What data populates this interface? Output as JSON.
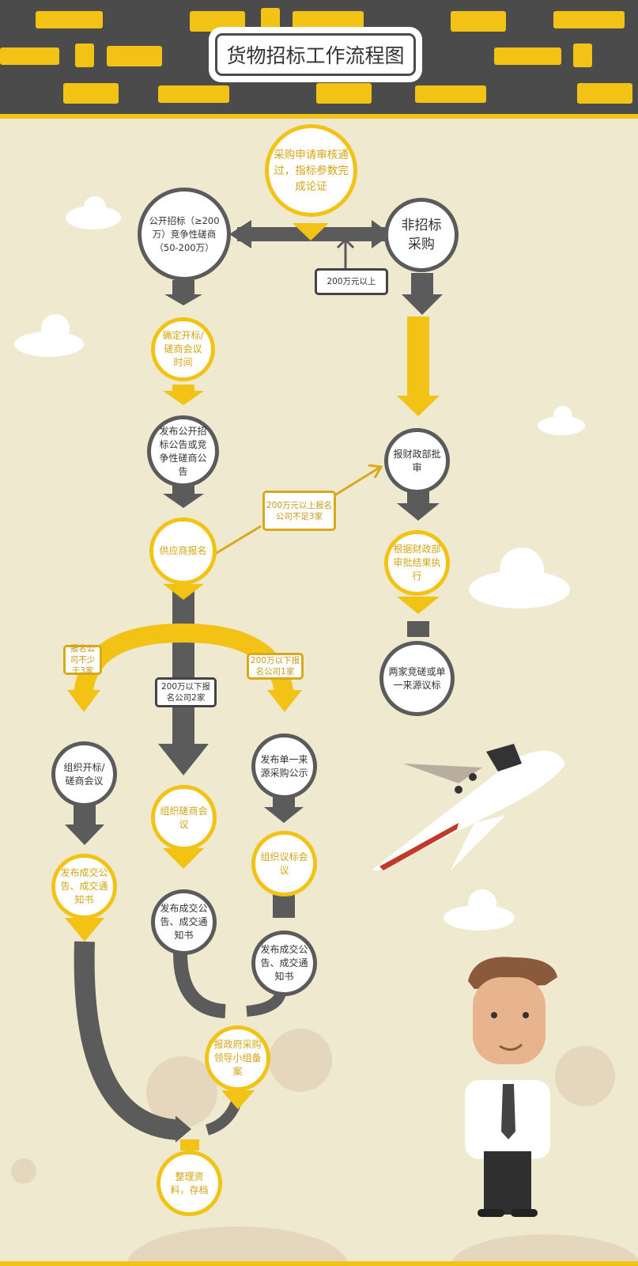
{
  "header": {
    "title": "货物招标工作流程图"
  },
  "colors": {
    "yellow": "#f2c314",
    "gray": "#5b5b5b",
    "background": "#eee9cf",
    "header": "#4b4b4b"
  },
  "nodes": {
    "start": "采购申请审核通过，指标参数完成论证",
    "open_bid": "公开招标（≥200万）竞争性磋商（50-200万）",
    "non_bid": "非招标采购",
    "set_meeting": "确定开标/磋商会议时间",
    "publish_notice": "发布公开招标公告或竞争性磋商公告",
    "supplier_signup": "供应商报名",
    "finance_review": "报财政部批审",
    "execute_result": "根据财政部审批结果执行",
    "two_or_single": "两家竞磋或单一来源议标",
    "org_bid_meeting": "组织开标/磋商会议",
    "publish_result_left": "发布成交公告、成交通知书",
    "org_consult_meeting": "组织磋商会议",
    "publish_result_mid": "发布成交公告、成交通知书",
    "publish_single_source": "发布单一来源采购公示",
    "org_negotiation": "组织议标会议",
    "publish_result_right": "发布成交公告、成交通知书",
    "report_group": "报政府采购领导小组备案",
    "archive": "整理资料，存档"
  },
  "labels": {
    "over_200": "200万元以上",
    "under3_over200": "200万元以上报名公司不足3家",
    "at_least_3": "报名公司不少于3家",
    "two_companies": "200万以下报名公司2家",
    "one_company": "200万以下报名公司1家"
  }
}
